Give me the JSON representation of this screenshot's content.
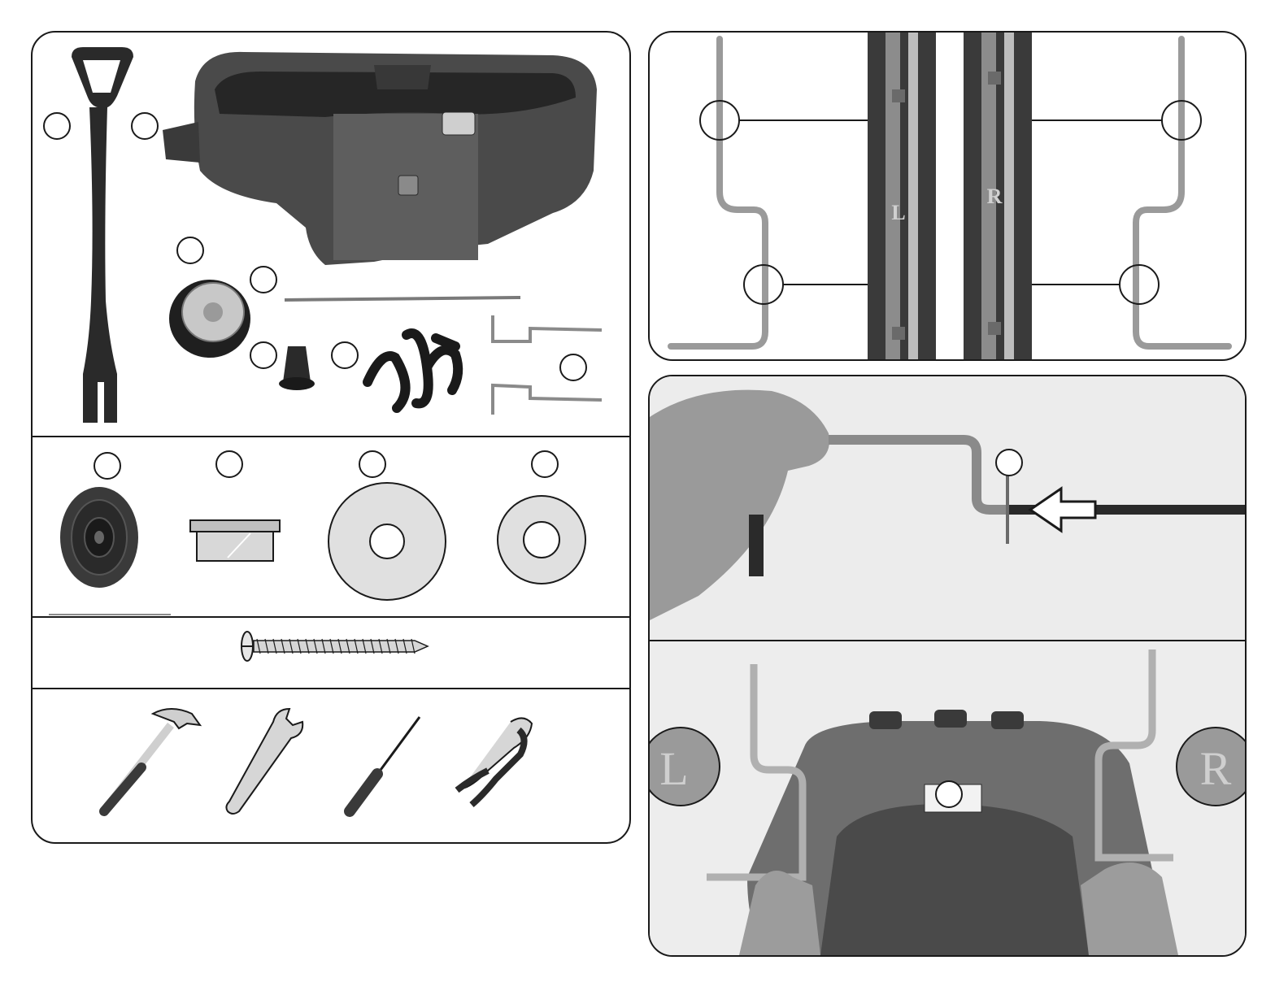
{
  "steel_axle_markings": {
    "left_mark": "L",
    "right_mark": "R"
  },
  "seat_side_markings": {
    "left_mark": "L",
    "right_mark": "R"
  },
  "colors": {
    "outline": "#1a1a1a",
    "plastic_dark": "#3d3d3d",
    "plastic_mid": "#6b6b6b",
    "metal": "#bdbdbd",
    "photo_bg": "#e9e9e9"
  }
}
